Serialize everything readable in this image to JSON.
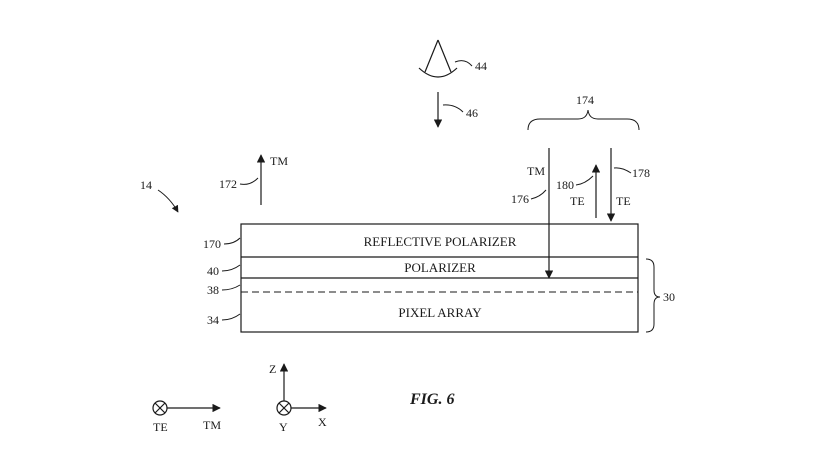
{
  "figure": {
    "caption": "FIG. 6",
    "layers": {
      "reflective_polarizer": "REFLECTIVE POLARIZER",
      "polarizer": "POLARIZER",
      "pixel_array": "PIXEL ARRAY"
    },
    "refs": {
      "r14": "14",
      "r170": "170",
      "r40": "40",
      "r38": "38",
      "r34": "34",
      "r30": "30",
      "r44": "44",
      "r46": "46",
      "r174": "174",
      "r172": "172",
      "r176": "176",
      "r178": "178",
      "r180": "180"
    },
    "polarization": {
      "tm_up": "TM",
      "tm_down": "TM",
      "te_up": "TE",
      "te_down": "TE"
    },
    "legend": {
      "te": "TE",
      "tm": "TM",
      "z": "Z",
      "y": "Y",
      "x": "X"
    }
  }
}
